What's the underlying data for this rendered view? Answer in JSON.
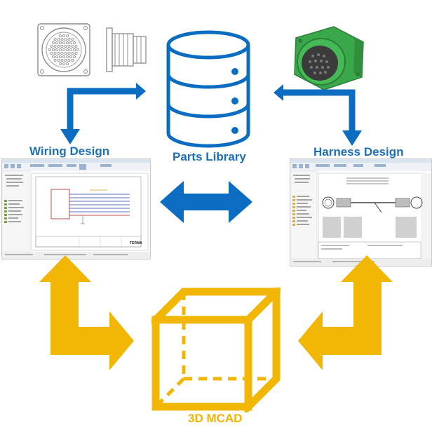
{
  "labels": {
    "wiring_design": "Wiring Design",
    "parts_library": "Parts Library",
    "harness_design": "Harness Design",
    "mcad": "3D MCAD"
  },
  "wiring_screenshot": {
    "logo_text": "TERMA"
  },
  "colors": {
    "blue": "#0b6dc1",
    "label_blue": "#1f6fb7",
    "gold": "#f2b705",
    "mcad_label": "#f0b400",
    "connector_green": "#3aa84a",
    "line_gray": "#8c8c8c"
  },
  "icons": {
    "connector_drawing": "connector-line-drawing-icon",
    "database": "database-icon",
    "connector_3d": "green-connector-icon",
    "cube": "cube-icon"
  }
}
